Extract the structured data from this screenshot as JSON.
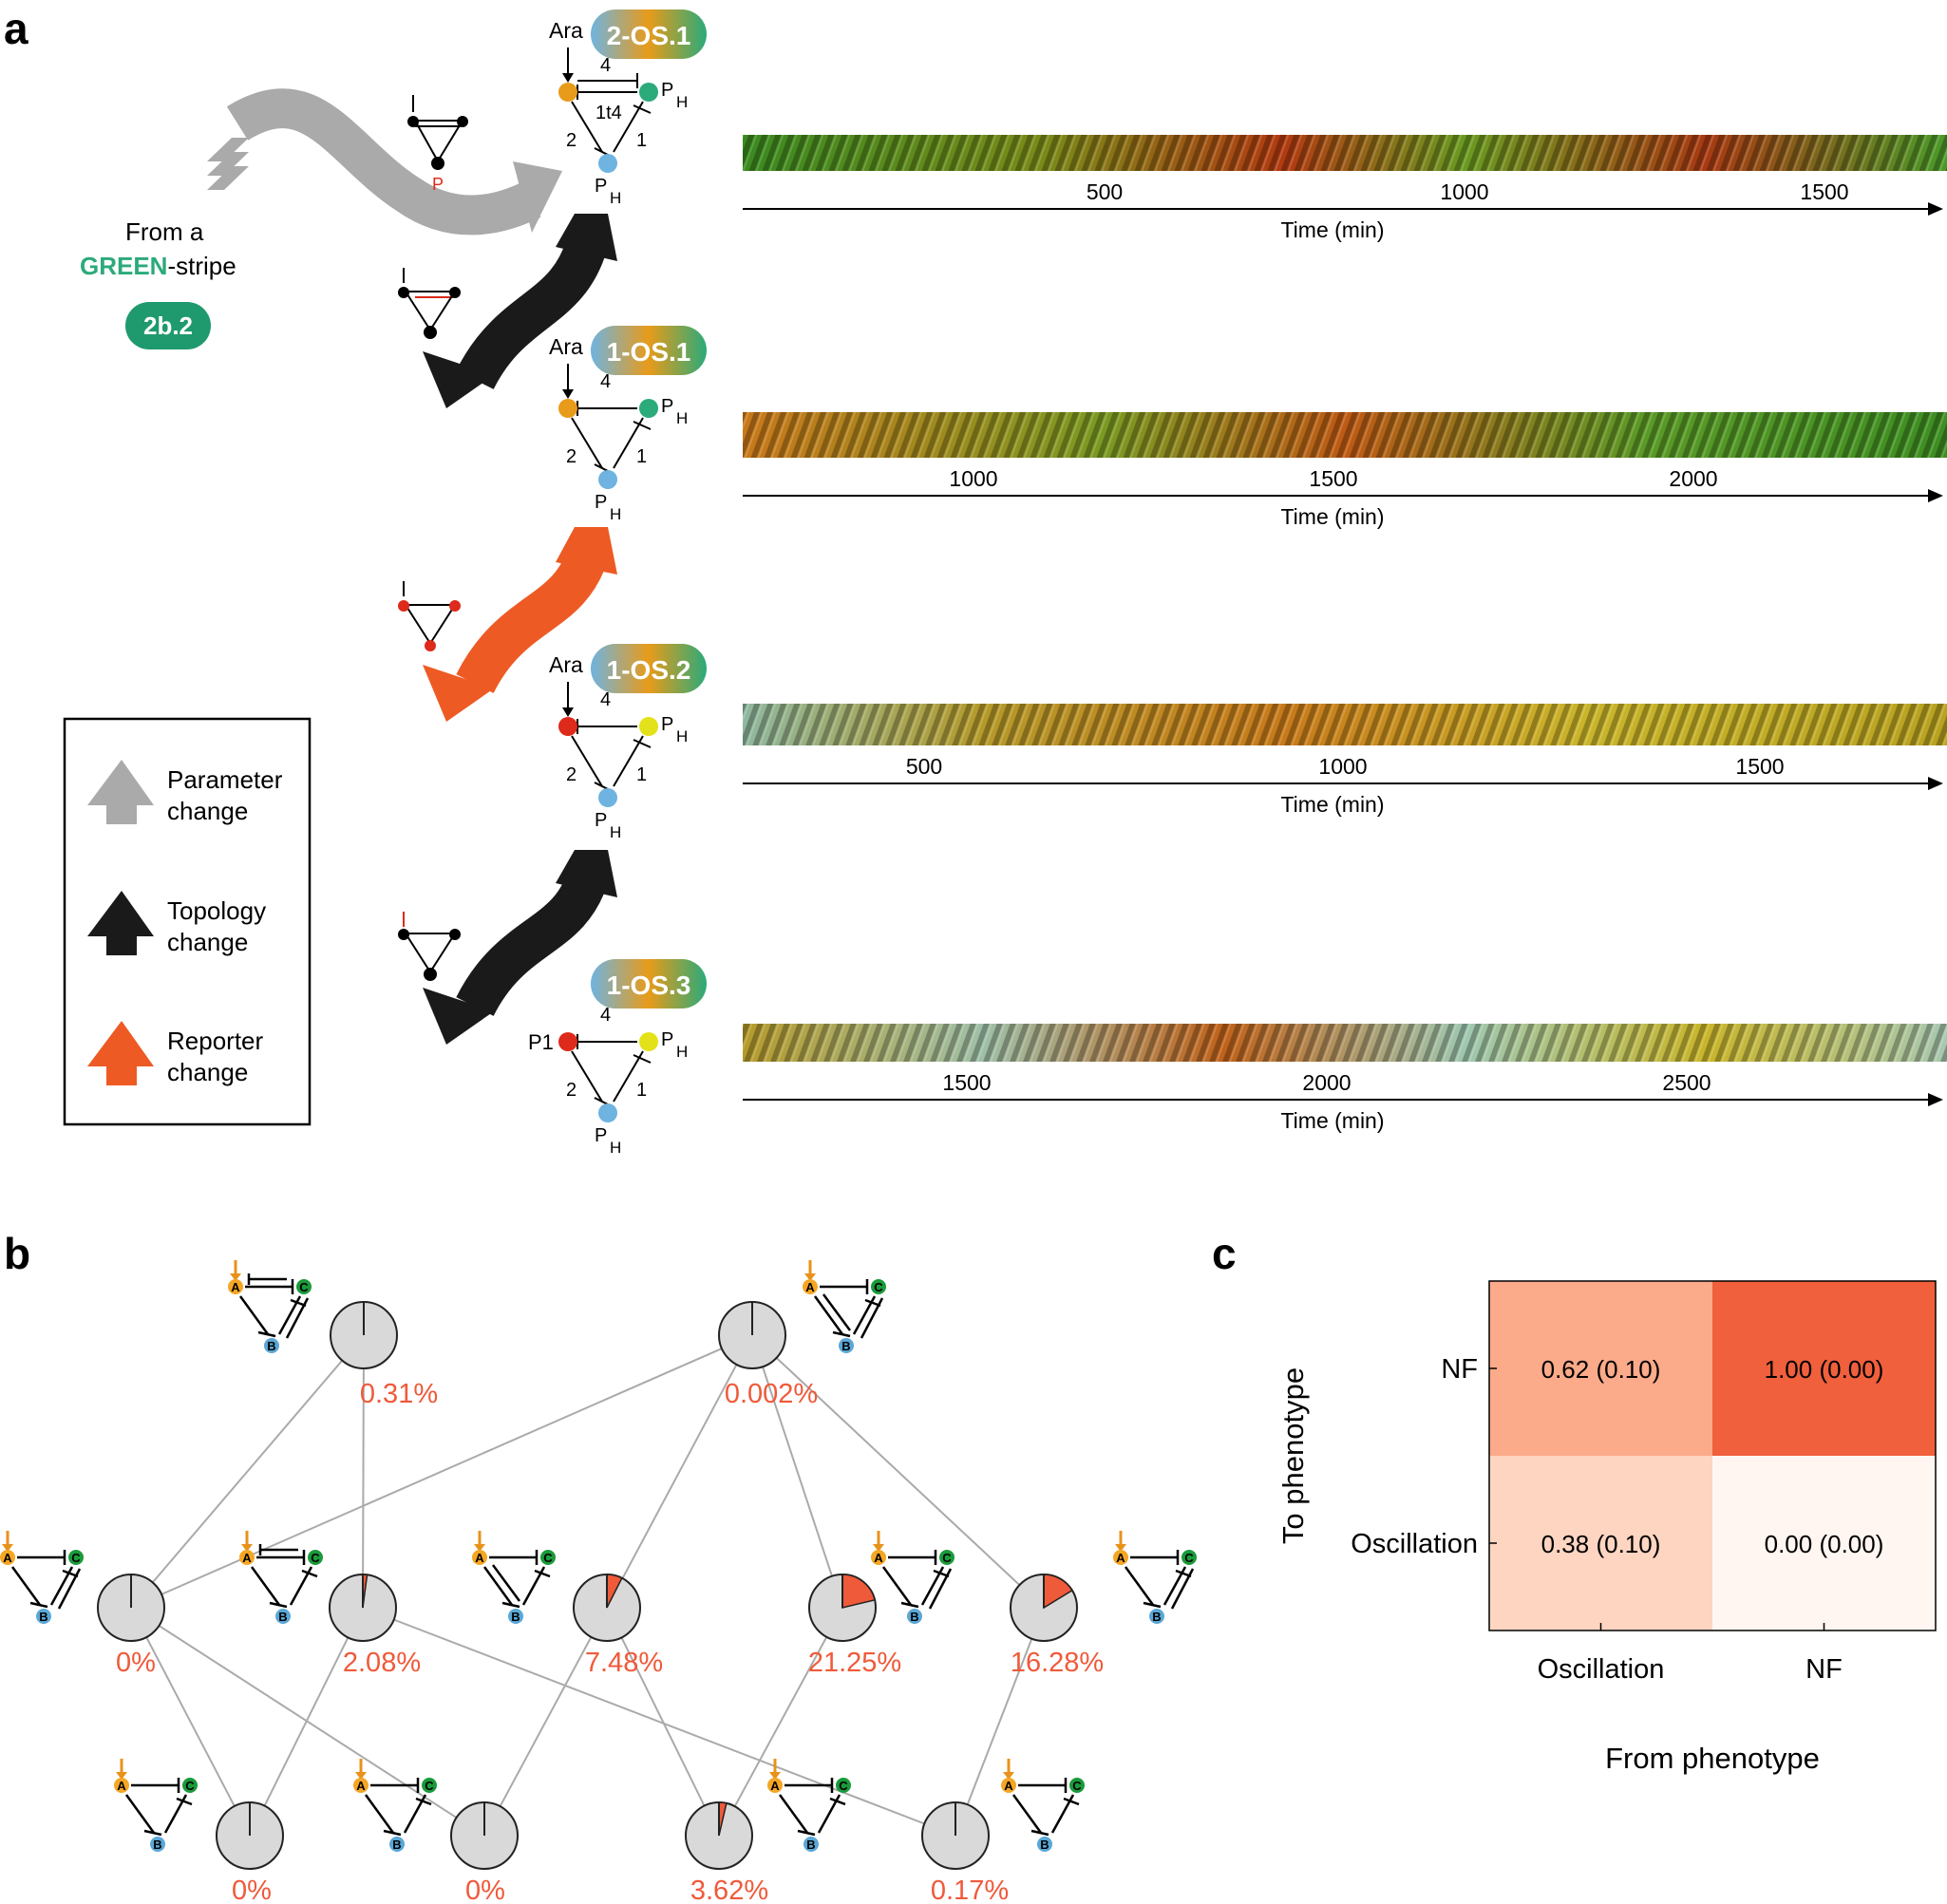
{
  "panel_labels": {
    "a": "a",
    "b": "b",
    "c": "c"
  },
  "panel_a": {
    "origin": {
      "line1": "From a",
      "green_word": "GREEN",
      "rest": "-stripe",
      "badge": "2b.2"
    },
    "legend": [
      {
        "label1": "Parameter",
        "label2": "change",
        "color": "#aaaaaa"
      },
      {
        "label1": "Topology",
        "label2": "change",
        "color": "#1a1a1a"
      },
      {
        "label1": "Reporter",
        "label2": "change",
        "color": "#ee5a24"
      }
    ],
    "circuits": [
      {
        "badge": "2-OS.1",
        "inducer": "Ara",
        "edge_top": "4",
        "edge_mid": "1t4",
        "edge_left": "2",
        "edge_right": "1",
        "promoter": "P",
        "promoter_sub": "H",
        "node_a": "#e89b1a",
        "node_c": "#2baa7a",
        "node_b": "#6fb3e0",
        "node_a_label": ""
      },
      {
        "badge": "1-OS.1",
        "inducer": "Ara",
        "edge_top": "4",
        "edge_mid": "",
        "edge_left": "2",
        "edge_right": "1",
        "promoter": "P",
        "promoter_sub": "H",
        "node_a": "#e89b1a",
        "node_c": "#2baa7a",
        "node_b": "#6fb3e0",
        "node_a_label": ""
      },
      {
        "badge": "1-OS.2",
        "inducer": "Ara",
        "edge_top": "4",
        "edge_mid": "",
        "edge_left": "2",
        "edge_right": "1",
        "promoter": "P",
        "promoter_sub": "H",
        "node_a": "#dd2a1a",
        "node_c": "#e3e21a",
        "node_b": "#6fb3e0",
        "node_a_label": ""
      },
      {
        "badge": "1-OS.3",
        "inducer": "",
        "edge_top": "4",
        "edge_mid": "",
        "edge_left": "2",
        "edge_right": "1",
        "promoter": "P",
        "promoter_sub": "H",
        "node_a": "#dd2a1a",
        "node_c": "#e3e21a",
        "node_b": "#6fb3e0",
        "node_a_label": "P1"
      }
    ],
    "arrow_small_label": "P",
    "kymographs": [
      {
        "ticks": [
          "500",
          "1000",
          "1500"
        ],
        "xlabel": "Time (min)"
      },
      {
        "ticks": [
          "1000",
          "1500",
          "2000"
        ],
        "xlabel": "Time (min)"
      },
      {
        "ticks": [
          "500",
          "1000",
          "1500"
        ],
        "xlabel": "Time (min)"
      },
      {
        "ticks": [
          "1500",
          "2000",
          "2500"
        ],
        "xlabel": "Time (min)"
      }
    ]
  },
  "panel_b": {
    "node_labels": {
      "a": "A",
      "b": "B",
      "c": "C"
    },
    "nodes": [
      {
        "id": "t1",
        "pct": "0.31%",
        "fraction": 0.0031
      },
      {
        "id": "t2",
        "pct": "0.002%",
        "fraction": 2e-05
      },
      {
        "id": "m1",
        "pct": "0%",
        "fraction": 0
      },
      {
        "id": "m2",
        "pct": "2.08%",
        "fraction": 0.0208
      },
      {
        "id": "m3",
        "pct": "7.48%",
        "fraction": 0.0748
      },
      {
        "id": "m4",
        "pct": "21.25%",
        "fraction": 0.2125
      },
      {
        "id": "m5",
        "pct": "16.28%",
        "fraction": 0.1628
      },
      {
        "id": "b1",
        "pct": "0%",
        "fraction": 0
      },
      {
        "id": "b2",
        "pct": "0%",
        "fraction": 0
      },
      {
        "id": "b3",
        "pct": "3.62%",
        "fraction": 0.0362
      },
      {
        "id": "b4",
        "pct": "0.17%",
        "fraction": 0.0017
      }
    ],
    "edges": [
      [
        "t1",
        "m1"
      ],
      [
        "t1",
        "m2"
      ],
      [
        "t2",
        "m1"
      ],
      [
        "t2",
        "m3"
      ],
      [
        "t2",
        "m4"
      ],
      [
        "t2",
        "m5"
      ],
      [
        "m1",
        "b1"
      ],
      [
        "m1",
        "b2"
      ],
      [
        "m2",
        "b1"
      ],
      [
        "m2",
        "b4"
      ],
      [
        "m3",
        "b2"
      ],
      [
        "m3",
        "b3"
      ],
      [
        "m4",
        "b3"
      ],
      [
        "m5",
        "b4"
      ]
    ],
    "colors": {
      "pie_fill": "#d9d9d9",
      "pie_wedge": "#ef5a3a",
      "edge": "#aaaaaa",
      "inducer": "#e8921a",
      "node_a": "#f5a623",
      "node_b": "#5aa7d6",
      "node_c": "#1a9a3a"
    }
  },
  "panel_c": {
    "chart_data": {
      "type": "heatmap",
      "ylabel": "To phenotype",
      "xlabel": "From phenotype",
      "x_categories": [
        "Oscillation",
        "NF"
      ],
      "y_categories": [
        "NF",
        "Oscillation"
      ],
      "values": [
        [
          0.62,
          1.0
        ],
        [
          0.38,
          0.0
        ]
      ],
      "cell_labels": [
        [
          "0.62 (0.10)",
          "1.00 (0.00)"
        ],
        [
          "0.38 (0.10)",
          "0.00 (0.00)"
        ]
      ],
      "colors": [
        [
          "#fbaa8a",
          "#f0603c"
        ],
        [
          "#fdd5c1",
          "#fff6f2"
        ]
      ]
    }
  }
}
